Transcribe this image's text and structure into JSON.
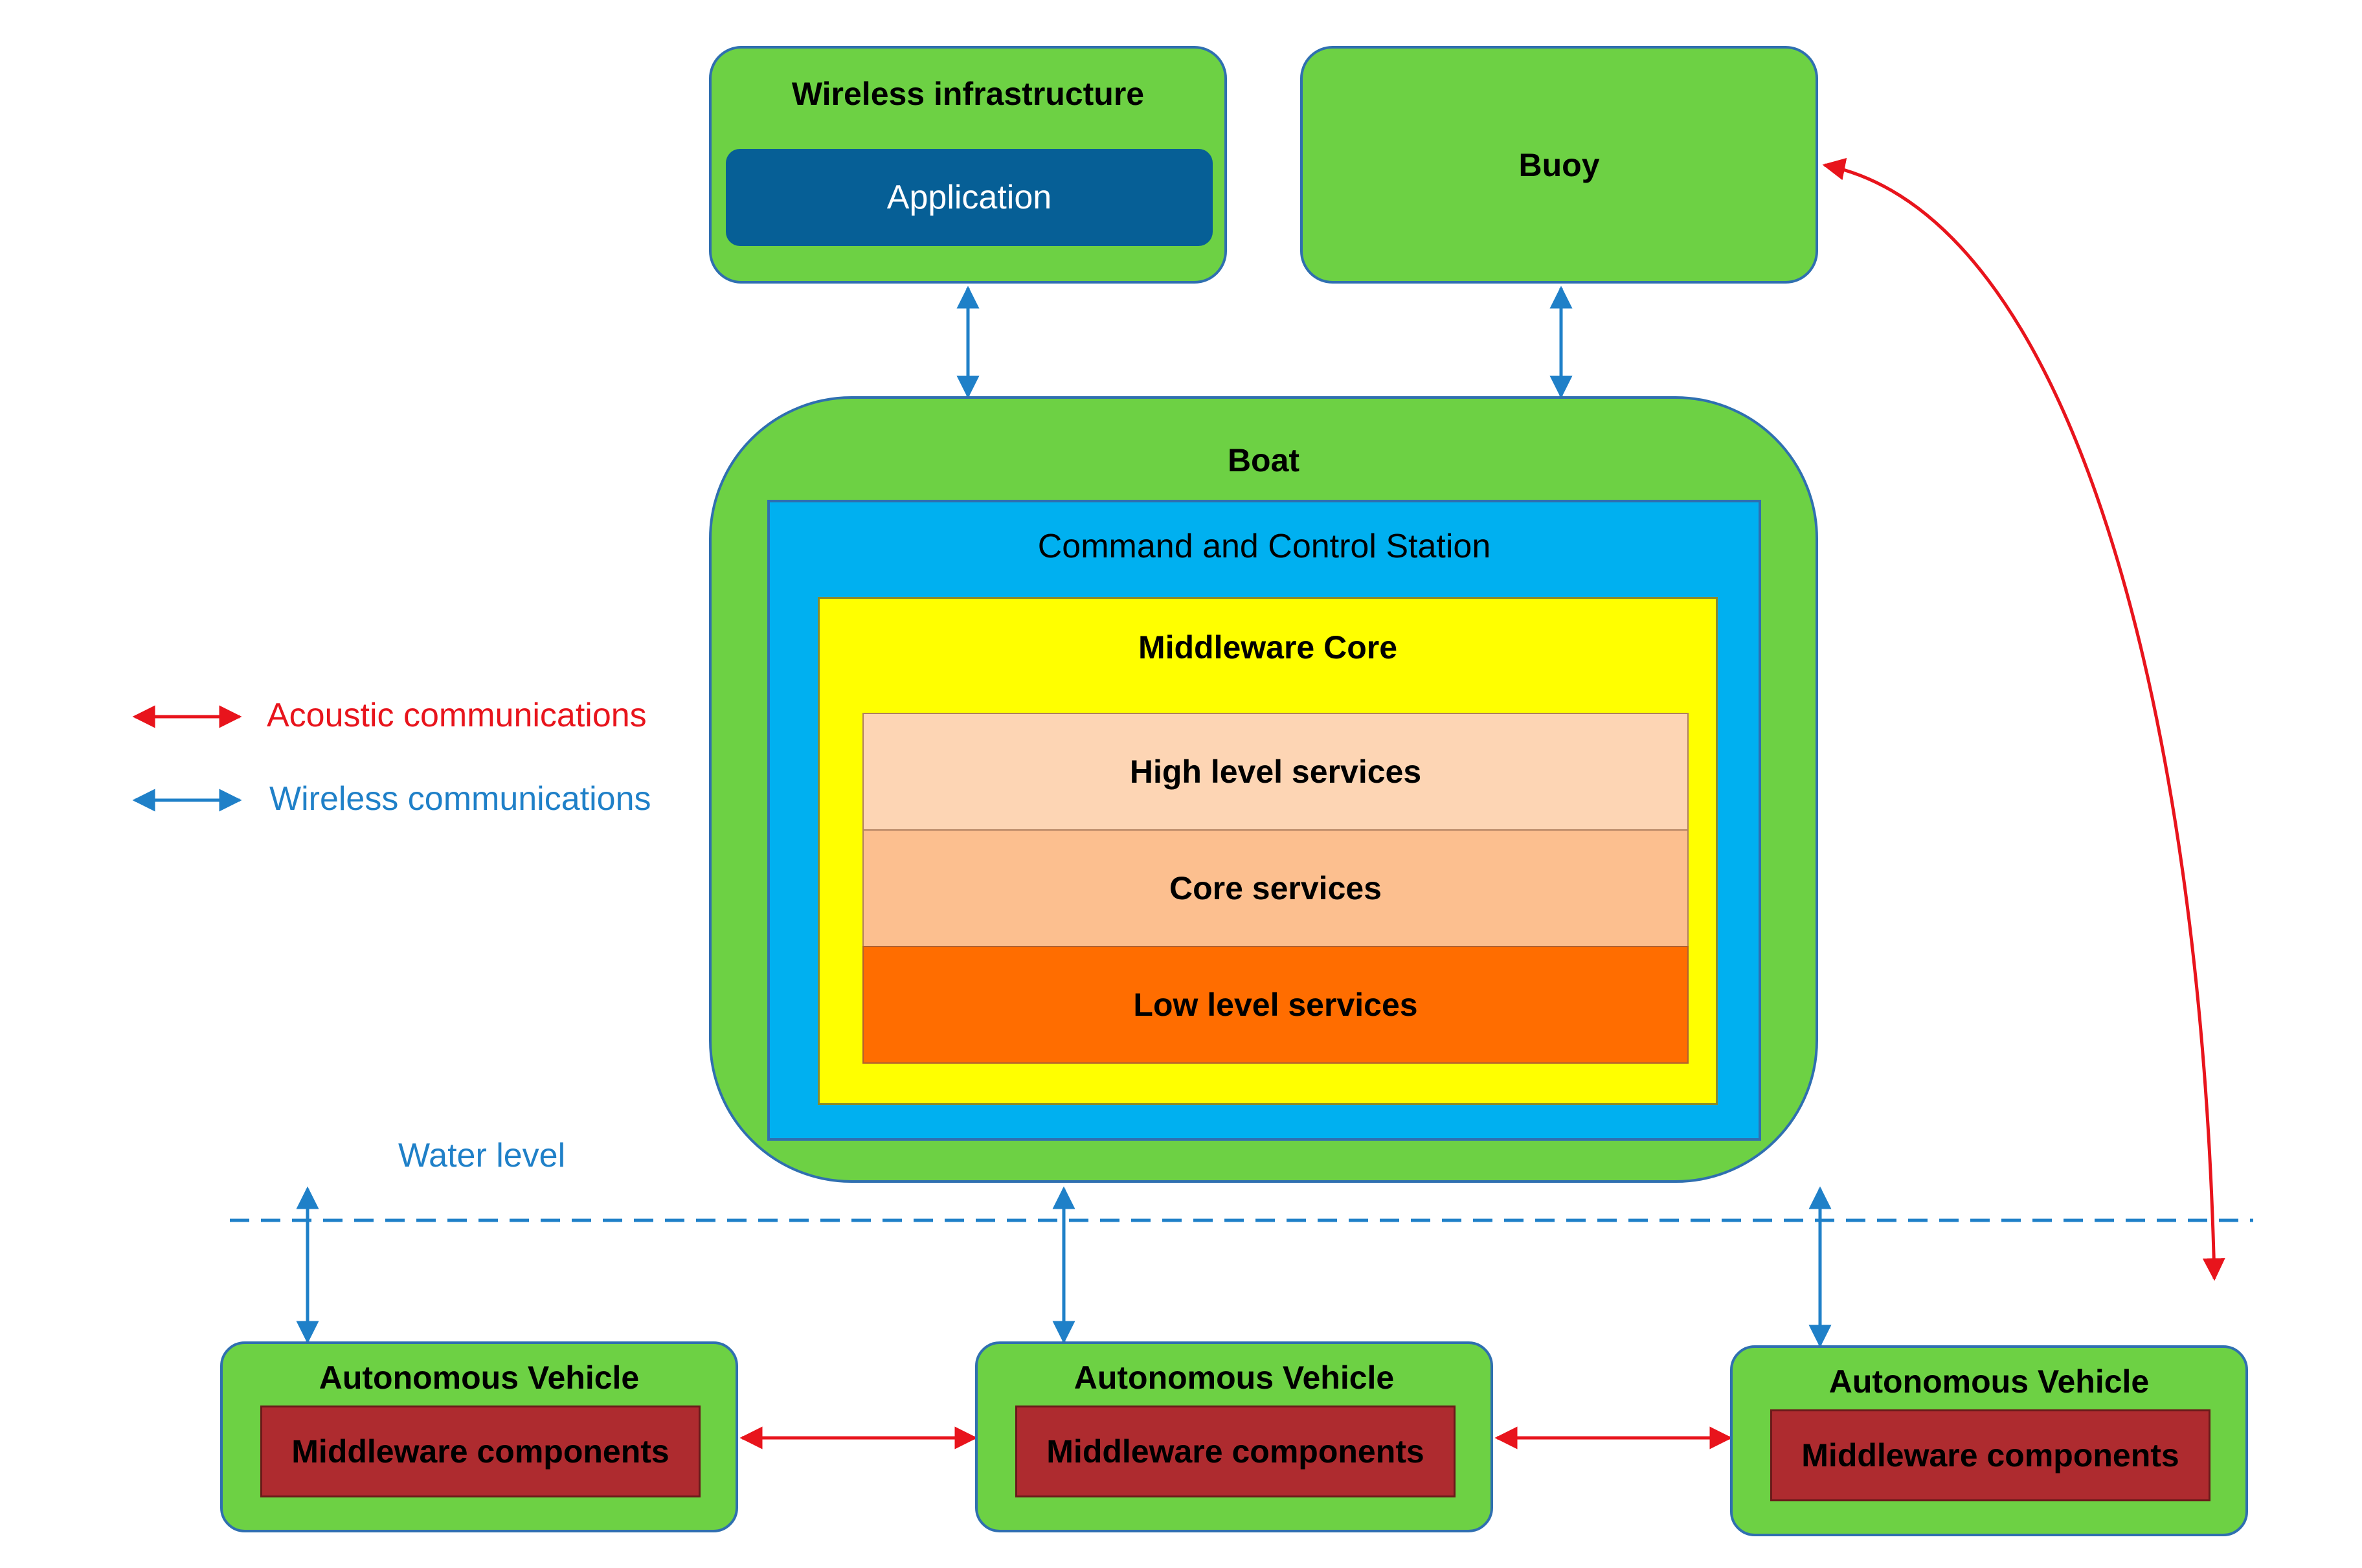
{
  "colors": {
    "node_fill": "#6dd144",
    "node_border": "#2f6fb0",
    "application": "#065f96",
    "command_station": "#00b0f0",
    "middleware_core": "#ffff00",
    "high_level": "#fdd5b4",
    "core_services": "#fcbf8f",
    "low_level": "#ff6d00",
    "middleware_components": "#ae2b2f",
    "acoustic": "#e8141c",
    "wireless": "#1f80c8"
  },
  "wireless_infrastructure": {
    "title": "Wireless infrastructure",
    "app_label": "Application"
  },
  "buoy": {
    "title": "Buoy"
  },
  "boat": {
    "title": "Boat",
    "station": {
      "title": "Command and Control Station",
      "core": {
        "title": "Middleware Core",
        "layers": [
          "High level services",
          "Core services",
          "Low level services"
        ]
      }
    }
  },
  "legend": {
    "acoustic": "Acoustic communications",
    "wireless": "Wireless communications"
  },
  "water_level": "Water level",
  "vehicles": [
    {
      "title": "Autonomous Vehicle",
      "component": "Middleware components"
    },
    {
      "title": "Autonomous Vehicle",
      "component": "Middleware components"
    },
    {
      "title": "Autonomous Vehicle",
      "component": "Middleware components"
    }
  ],
  "icons": {
    "arrow": "double-headed-arrow",
    "water_line": "dashed-line"
  }
}
